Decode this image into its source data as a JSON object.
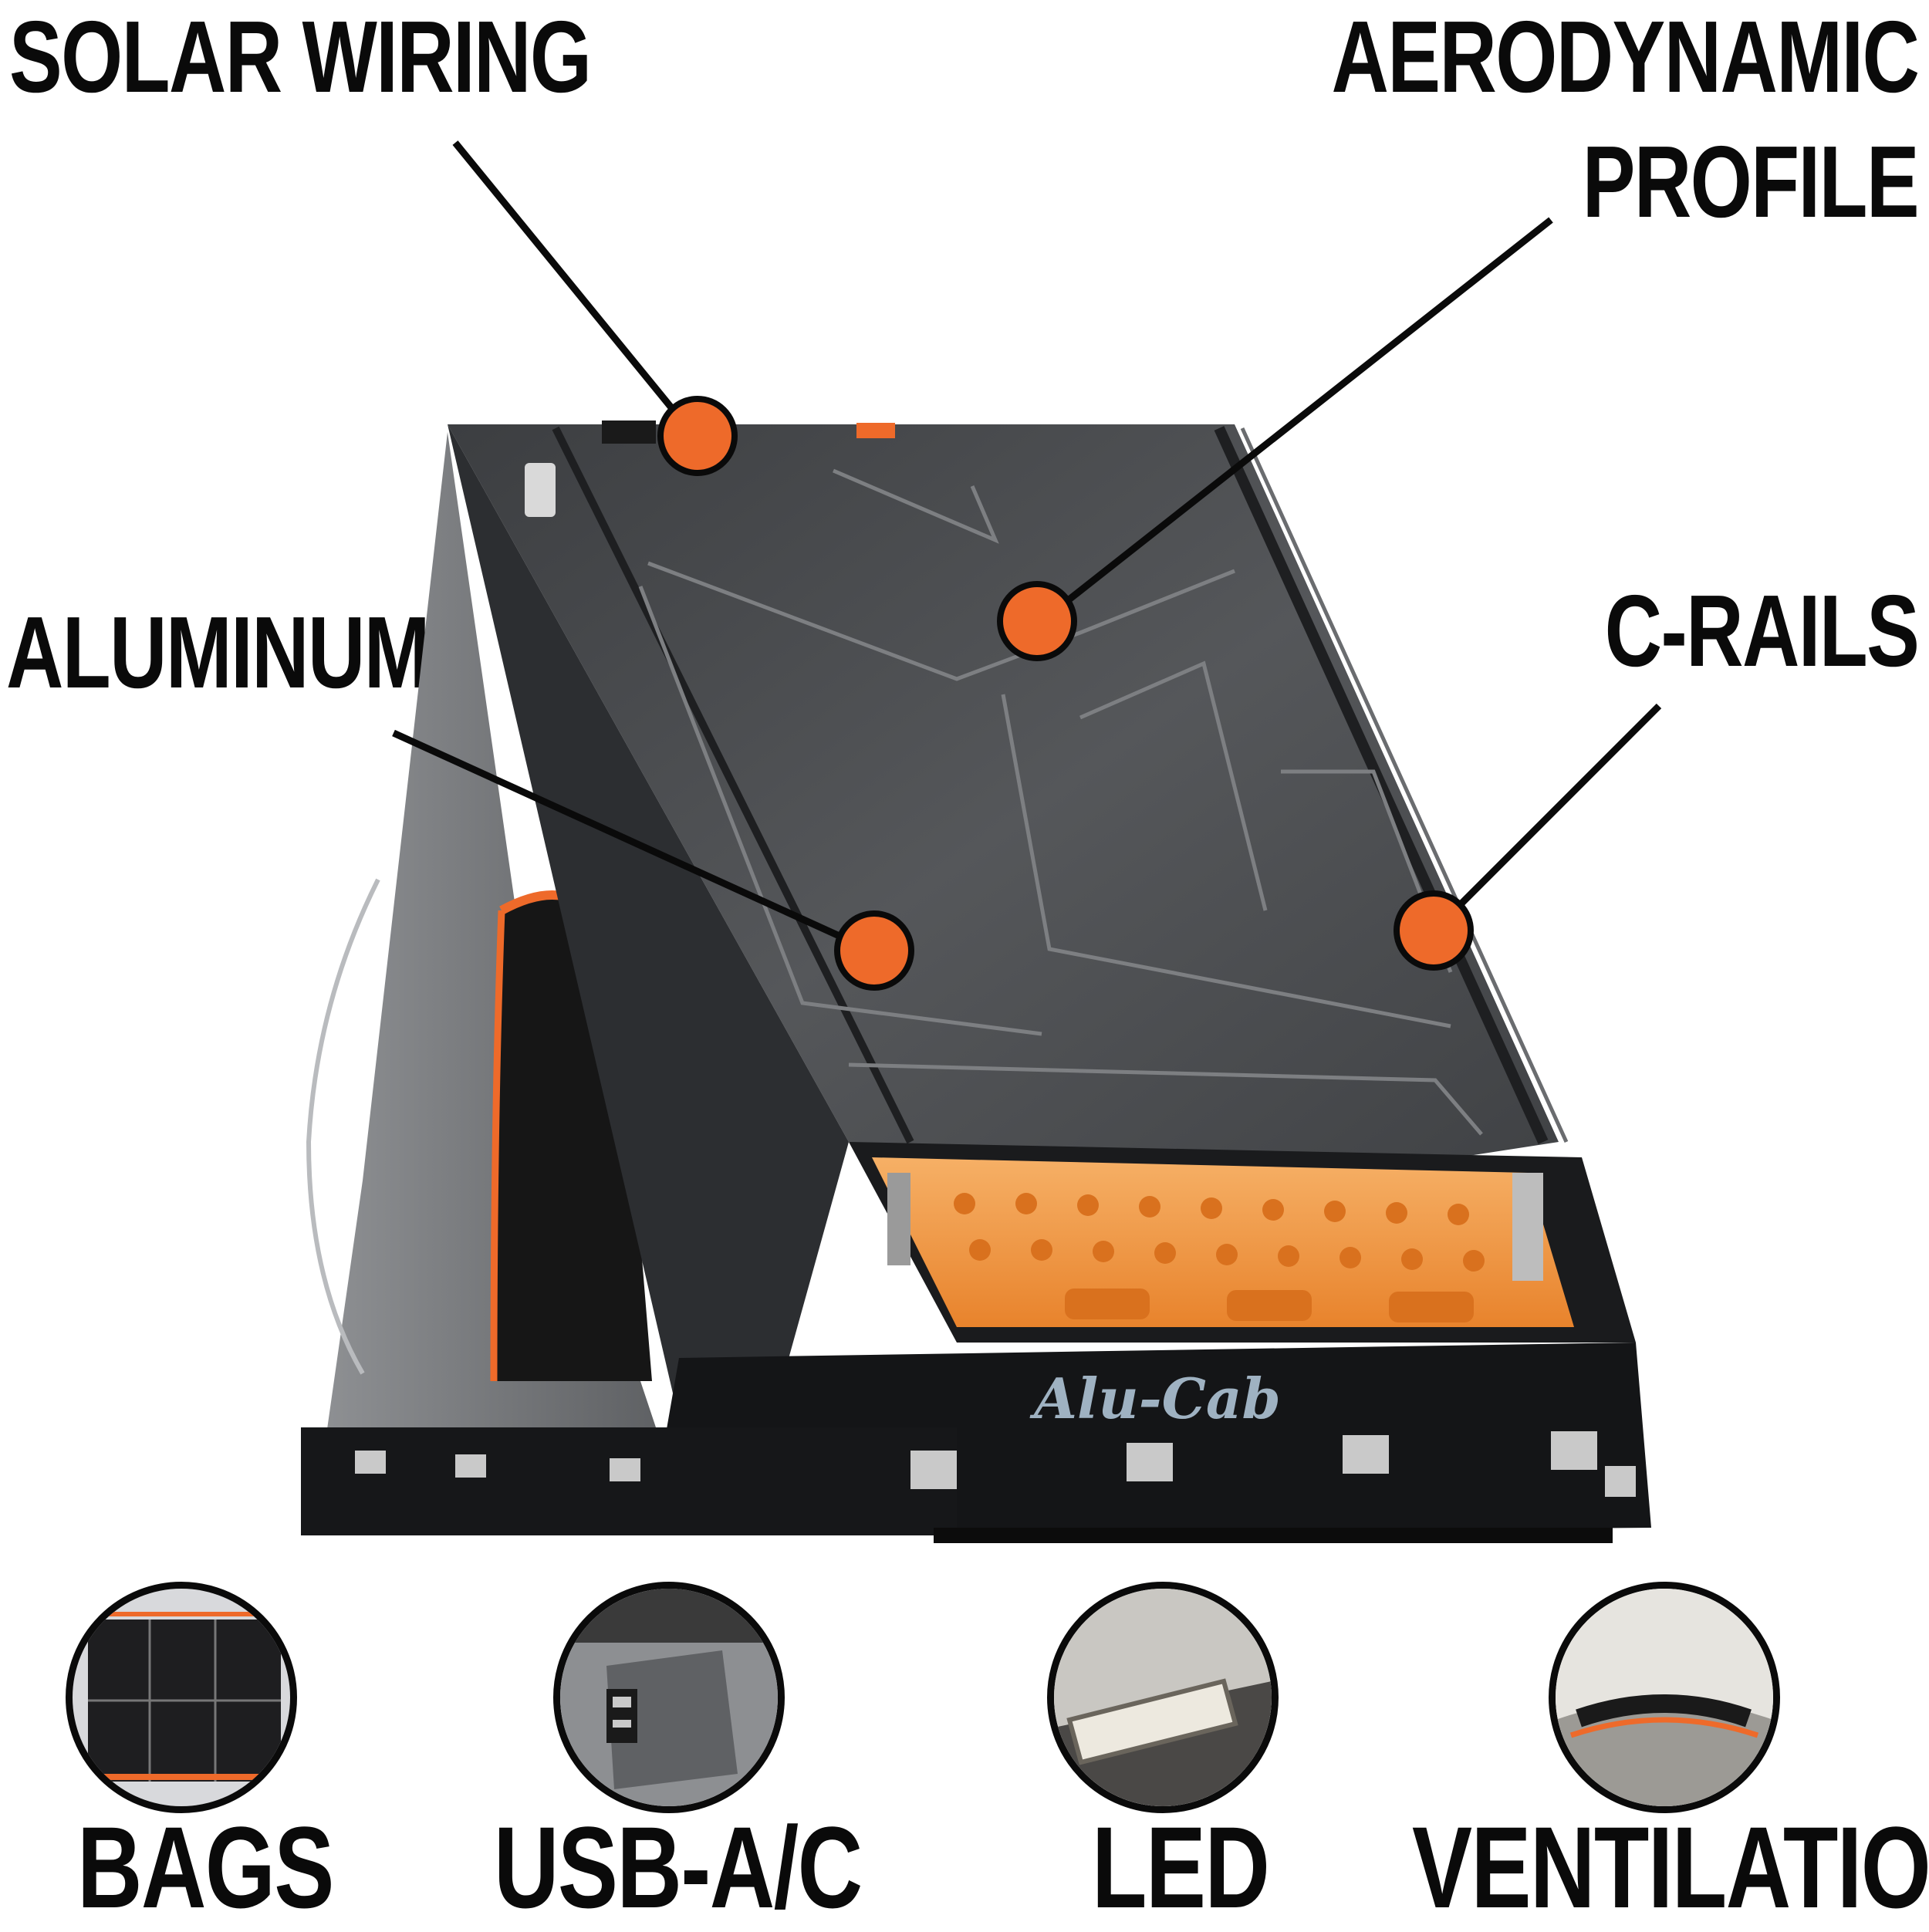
{
  "callouts": {
    "solar_wiring": "SOLAR WIRING",
    "aero_line1": "AERODYNAMIC",
    "aero_line2": "PROFILE",
    "aluminum": "ALUMINUM",
    "c_rails": "C-RAILS"
  },
  "brand": {
    "logo_text": "Alu-Cab"
  },
  "features": [
    {
      "label": "BAGS",
      "icon": "storage-bags-icon"
    },
    {
      "label": "USB-A/C",
      "icon": "usb-port-icon"
    },
    {
      "label": "LED",
      "icon": "led-light-icon"
    },
    {
      "label": "VENTILATION",
      "icon": "vent-icon"
    }
  ],
  "colors": {
    "accent": "#ee6a2a",
    "text": "#0a0a0a",
    "shell": "#4a4c4f",
    "traction": "#f29a45"
  }
}
